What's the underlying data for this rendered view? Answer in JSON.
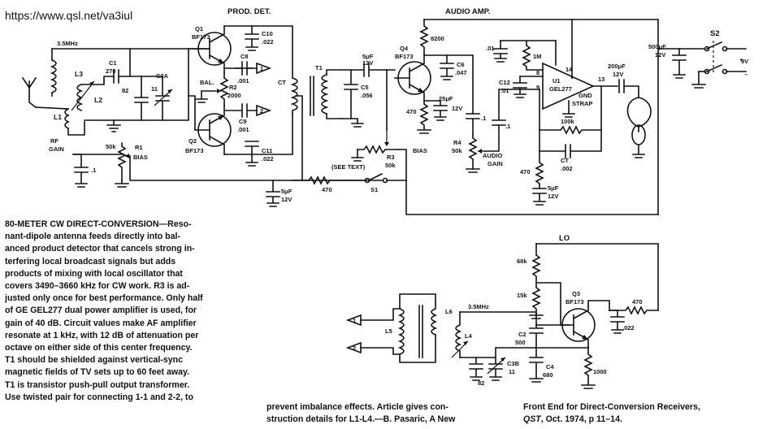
{
  "source_url": "https://www.qsl.net/va3iul",
  "sections": {
    "prod_det": "PROD. DET.",
    "audio_amp": "AUDIO AMP.",
    "lo": "LO"
  },
  "labels": {
    "freq_top": "3.5MHz",
    "freq_lo": "3.5MHz",
    "L3": "L3",
    "L2": "L2",
    "L1": "L1",
    "L5": "L5",
    "L6": "L6",
    "L4": "L4",
    "C1": "C1",
    "C1_val": "270",
    "C3A": "C3A",
    "C3A_val": "11",
    "C3B": "C3B",
    "C3B_val": "11",
    "c82_top": "82",
    "c82_lo": "82",
    "rf_gain": "RF",
    "rf_gain2": "GAIN",
    "r50k_top": "50k",
    "R1": "R1",
    "bias": "BIAS",
    "c_point1": ".1",
    "Q1": "Q1",
    "Q1_type": "BF173",
    "Q2": "Q2",
    "Q2_type": "BF173",
    "Q3": "Q3",
    "Q3_type": "BF173",
    "Q4": "Q4",
    "Q4_type": "BF173",
    "C10": "C10",
    "C10_val": ".022",
    "C11": "C11",
    "C11_val": ".022",
    "C8": "C8",
    "C8_val": ".001",
    "C9": "C9",
    "C9_val": ".001",
    "bal": "BAL.",
    "R2": "R2",
    "R2_val": "2000",
    "CT": "CT",
    "T1": "T1",
    "num1": "1",
    "num2": "2",
    "num1b": "1",
    "num2b": "2",
    "c5uf_top": "5μF",
    "c5uf_top_v": "12V",
    "C5": "C5",
    "C5_val": ".056",
    "R3": "R3",
    "R3_val": "50k",
    "bias2": "BIAS",
    "r8200": "8200",
    "C6": "C6",
    "C6_val": ".047",
    "r470_q4": "470",
    "c25uf": "25μF",
    "c25uf_v": "12V",
    "c5uf_bot": "5μF",
    "c5uf_bot_v": "12V",
    "r470_bot": "470",
    "see_text": "(SEE TEXT)",
    "S1": "S1",
    "c_01": ".01",
    "r1M": "1M",
    "C12": "C12",
    "C12_val": ".01",
    "pin8": "8",
    "pin9": "9",
    "pin14": "14",
    "pin13": "13",
    "U1": "U1",
    "U1_type": "GEL277",
    "gnd_strap": "GND",
    "gnd_strap2": "STRAP",
    "c_dot1a": ".1",
    "c_dot1b": ".1",
    "R4": "R4",
    "R4_val": "50k",
    "audio_gain": "AUDIO",
    "audio_gain2": "GAIN",
    "r100k": "100k",
    "CT2": "CT",
    "CT2_val": ".002",
    "r470_u1": "470",
    "c5uf_u1": "5μF",
    "c5uf_u1_v": "12V",
    "c200uf": "200μF",
    "c200uf_v": "12V",
    "c500uf": "500μF",
    "c500uf_v": "12V",
    "S2": "S2",
    "v9": "9V",
    "r68k": "68k",
    "r15k": "15k",
    "C2": "C2",
    "C2_val": "500",
    "C4": "C4",
    "C4_val": "680",
    "r1000": "1000",
    "c022_lo": ".022",
    "r470_lo": "470"
  },
  "caption_main": {
    "heading": "80-METER CW DIRECT-CONVERSION",
    "lines": [
      "80-METER CW DIRECT-CONVERSION—Reso-",
      "nant-dipole antenna feeds directly into bal-",
      "anced product detector that cancels strong in-",
      "terfering local broadcast signals but adds",
      "products of mixing with local oscillator that",
      "covers 3490–3660 kHz for CW work. R3 is ad-",
      "justed only once for best performance. Only half",
      "of GE GEL277 dual power amplifier is used, for",
      "gain of 40 dB. Circuit values make AF amplifier",
      "resonate at 1 kHz, with 12 dB of attenuation per",
      "octave on either side of this center frequency.",
      "T1 should be shielded against vertical-sync",
      "magnetic fields of TV sets up to 60 feet away.",
      "T1 is transistor push-pull output transformer.",
      "Use twisted pair for connecting 1-1 and 2-2, to"
    ]
  },
  "caption_mid": {
    "lines": [
      "prevent imbalance effects. Article gives con-",
      "struction details for L1-L4.—B. Pasaric, A New"
    ]
  },
  "caption_right": {
    "line1": "Front End for Direct-Conversion Receivers,",
    "line2_italic": "QST",
    "line2_rest": ", Oct. 1974, p 11–14."
  }
}
